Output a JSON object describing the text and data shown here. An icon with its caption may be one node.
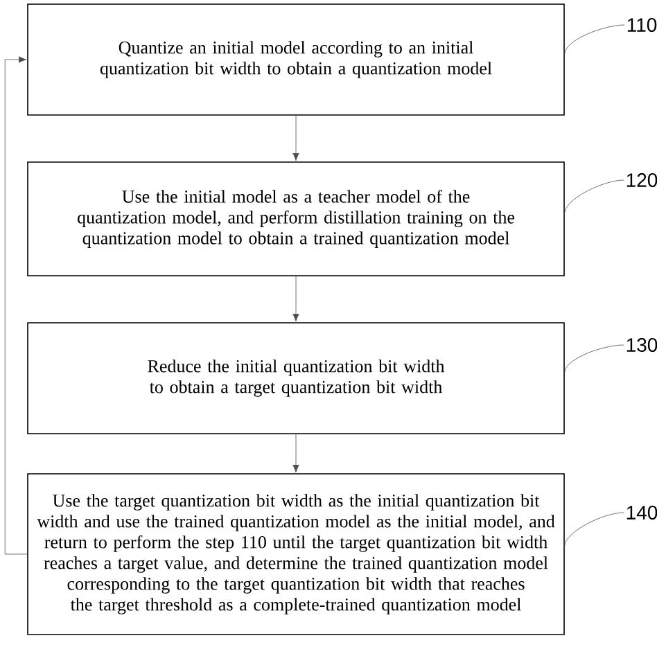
{
  "diagram": {
    "nodes": [
      {
        "text": [
          "Quantize an initial model according to an initial quantization bit width to obtain a quantization model"
        ]
      },
      {
        "text": [
          "Use the initial model as a teacher model of the quantization model, and perform distillation training on the quantization model to obtain a trained quantization model"
        ]
      },
      {
        "text": [
          "Reduce the initial quantization bit width to obtain a target quantization bit width"
        ]
      },
      {
        "text": [
          "Use the target quantization bit width as the initial quantization bit width and use the trained quantization model as the initial model, and return to perform the step 110 until the target quantization bit width reaches a target value, and determine the trained quantization model corresponding to the target quantization bit width that reaches the target threshold as a complete-trained quantization model"
        ]
      },
      {
        "text": [
          "110"
        ]
      },
      {
        "text": [
          "120"
        ]
      },
      {
        "text": [
          "130"
        ]
      },
      {
        "text": [
          "140"
        ]
      }
    ],
    "edges": [
      {
        "from": 0,
        "to": 1,
        "arrow": "to"
      },
      {
        "from": 1,
        "to": 2,
        "arrow": "to"
      },
      {
        "from": 2,
        "to": 3,
        "arrow": "to"
      },
      {
        "from": 3,
        "to": 0,
        "arrow": "to"
      },
      {
        "from": 4,
        "to": 0,
        "arrow": "none"
      },
      {
        "from": 5,
        "to": 1,
        "arrow": "none"
      },
      {
        "from": 6,
        "to": 2,
        "arrow": "none"
      },
      {
        "from": 7,
        "to": 3,
        "arrow": "none"
      }
    ]
  }
}
